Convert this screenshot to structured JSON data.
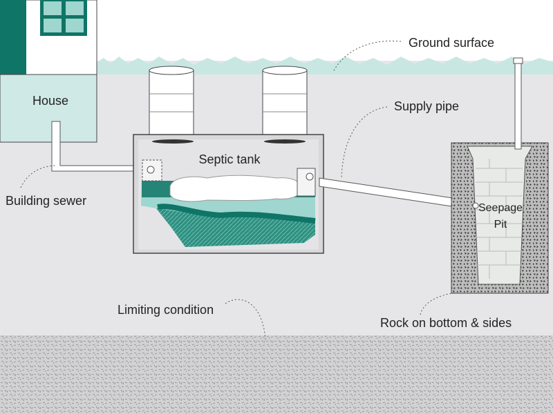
{
  "labels": {
    "house": "House",
    "ground_surface": "Ground surface",
    "supply_pipe": "Supply pipe",
    "septic_tank": "Septic tank",
    "building_sewer": "Building sewer",
    "seepage_pit_line1": "Seepage",
    "seepage_pit_line2": "Pit",
    "limiting_condition": "Limiting condition",
    "rock": "Rock on bottom & sides"
  },
  "colors": {
    "soil": "#e6e6e8",
    "teal_dark": "#0f7566",
    "teal_mid": "#3a9e8f",
    "teal_light": "#9fd6cf",
    "house_wall": "#cfe9e6",
    "grass": "#c9e7e2",
    "scum": "#ffffff",
    "outline": "#444444"
  }
}
